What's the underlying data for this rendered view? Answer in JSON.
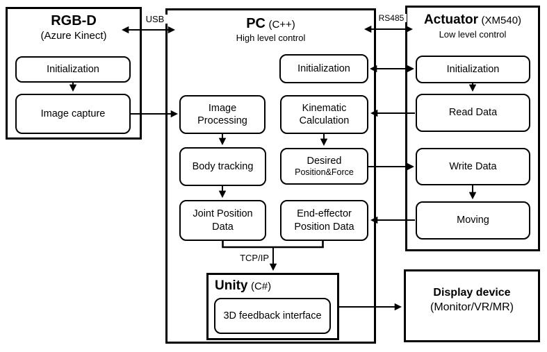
{
  "panels": {
    "rgbd": {
      "title": "RGB-D",
      "subtitle": "(Azure Kinect)",
      "nodes": {
        "initialization": "Initialization",
        "image_capture": "Image capture"
      }
    },
    "pc": {
      "title": "PC",
      "title_paren": "(C++)",
      "subtitle": "High level control",
      "nodes": {
        "initialization": "Initialization",
        "image_processing": "Image Processing",
        "kinematic_calculation": "Kinematic Calculation",
        "body_tracking": "Body tracking",
        "desired_line1": "Desired",
        "desired_line2": "Position&Force",
        "joint_position_data": "Joint Position Data",
        "end_effector_position_data": "End-effector Position Data"
      }
    },
    "unity": {
      "title": "Unity",
      "title_paren": "(C#)",
      "nodes": {
        "feedback_interface": "3D feedback interface"
      }
    },
    "actuator": {
      "title": "Actuator",
      "title_paren": "(XM540)",
      "subtitle": "Low level control",
      "nodes": {
        "initialization": "Initialization",
        "read_data": "Read Data",
        "write_data": "Write Data",
        "moving": "Moving"
      }
    },
    "display": {
      "title": "Display device",
      "subtitle": "(Monitor/VR/MR)"
    }
  },
  "connection_labels": {
    "usb": "USB",
    "rs485": "RS485",
    "tcpip": "TCP/IP"
  },
  "colors": {
    "ink": "#000000",
    "background": "#ffffff"
  }
}
